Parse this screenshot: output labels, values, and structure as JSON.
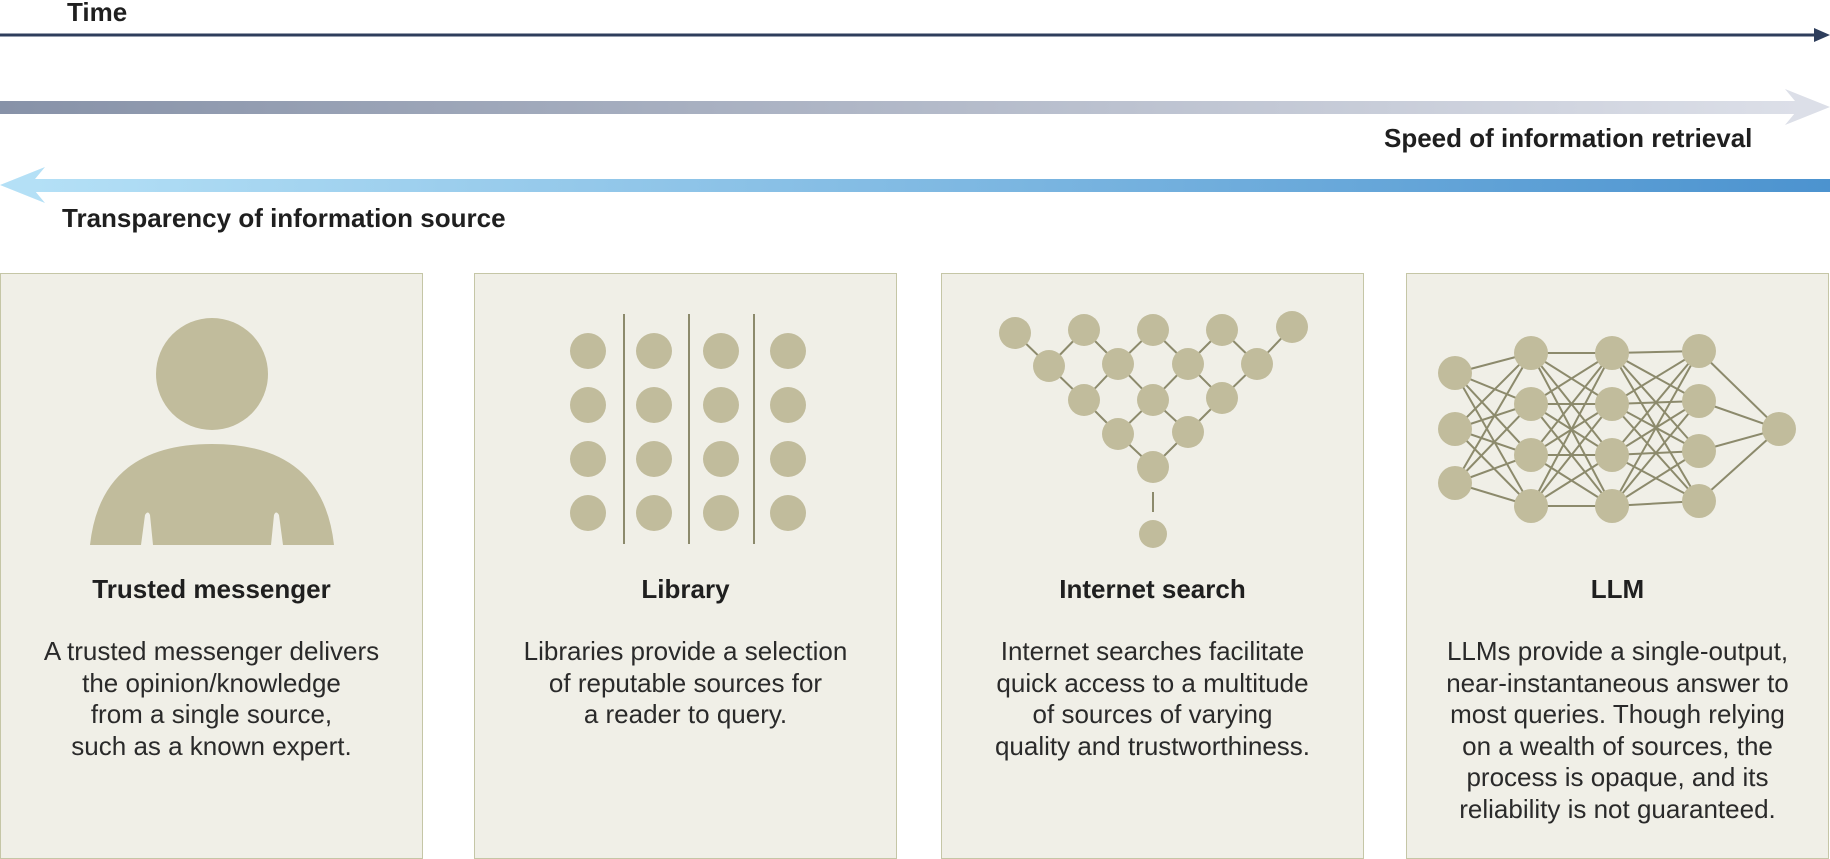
{
  "timeline": {
    "time_label": "Time",
    "speed_label": "Speed of information retrieval",
    "transparency_label": "Transparency of information source"
  },
  "colors": {
    "time_arrow": "#2e3e5c",
    "speed_arrow_start": "#8792a8",
    "speed_arrow_end": "#dcdfe8",
    "transparency_arrow_start": "#b4e0f6",
    "transparency_arrow_end": "#4c93cf",
    "card_bg": "#f0efe7",
    "card_border": "#c5c6a6",
    "icon_fill": "#c1bc9c",
    "icon_line": "#8c8a6c"
  },
  "cards": [
    {
      "icon": "person-icon",
      "title": "Trusted messenger",
      "description": "A trusted messenger delivers\nthe opinion/knowledge\nfrom a single source,\nsuch as a known expert."
    },
    {
      "icon": "library-icon",
      "title": "Library",
      "description": "Libraries provide a selection\nof reputable sources for\na reader to query."
    },
    {
      "icon": "funnel-network-icon",
      "title": "Internet search",
      "description": "Internet searches facilitate\nquick access to a multitude\nof sources of varying\nquality and trustworthiness."
    },
    {
      "icon": "neural-network-icon",
      "title": "LLM",
      "description": "LLMs provide a single-output,\nnear-instantaneous answer to\nmost queries. Though relying\non a wealth of sources, the\nprocess is opaque, and its\nreliability is not guaranteed."
    }
  ]
}
